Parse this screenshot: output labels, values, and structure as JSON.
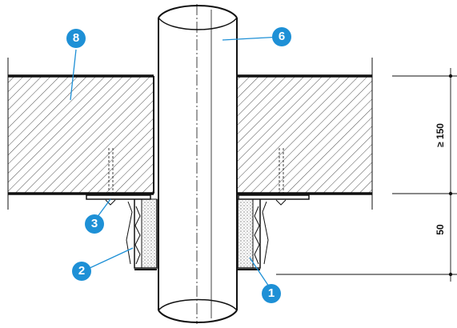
{
  "callouts": {
    "c1": "1",
    "c2": "2",
    "c3": "3",
    "c6": "6",
    "c8": "8"
  },
  "dimensions": {
    "upper": "≥ 150",
    "lower": "50"
  },
  "colors": {
    "callout": "#1e90d6",
    "line": "#111111"
  }
}
